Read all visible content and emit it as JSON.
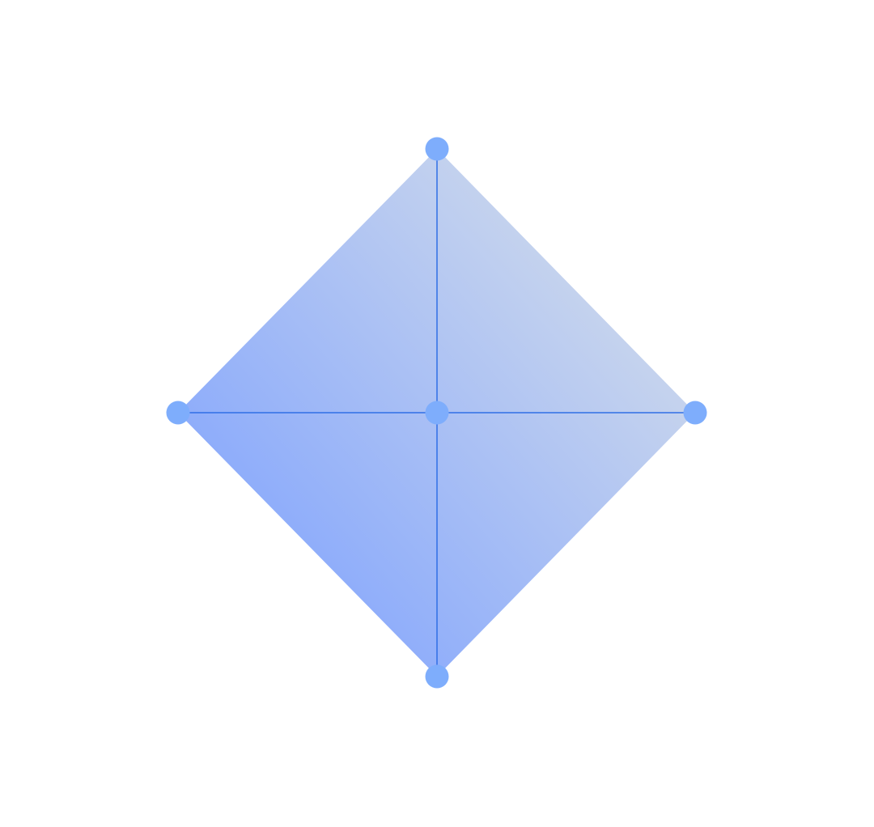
{
  "diagram": {
    "shape": "diamond",
    "colors": {
      "background": "#ffffff",
      "fill_light": "#d5deea",
      "fill_dark": "#7ca0ff",
      "line": "#2f6fe6",
      "vertex": "#7eadfc"
    },
    "nodes": [
      {
        "id": "top"
      },
      {
        "id": "left"
      },
      {
        "id": "center"
      },
      {
        "id": "right"
      },
      {
        "id": "bottom"
      }
    ],
    "edges": [
      {
        "from": "top",
        "to": "center"
      },
      {
        "from": "center",
        "to": "bottom"
      },
      {
        "from": "left",
        "to": "center"
      },
      {
        "from": "center",
        "to": "right"
      }
    ]
  }
}
